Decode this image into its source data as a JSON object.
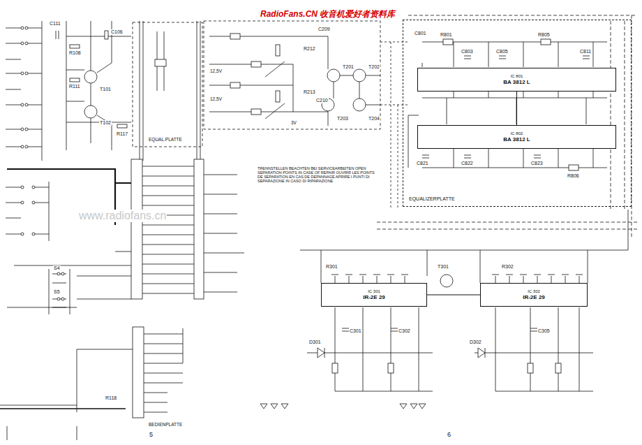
{
  "diagram": {
    "nodes": [
      {
        "text": [
          "EQUALIZERPLATTE"
        ]
      },
      {
        "text": [
          "IC 801",
          "BA 3812 L"
        ],
        "in": 0
      },
      {
        "text": [
          "IC 802",
          "BA 3812 L"
        ],
        "in": 0
      },
      {
        "text": [
          "IC 301",
          "IR-2E 29"
        ]
      },
      {
        "text": [
          "IC 302",
          "IR-2E 29"
        ]
      }
    ],
    "edges": [
      {
        "from": 1,
        "to": 2,
        "arrow": "none"
      },
      {
        "from": 3,
        "to": 4,
        "arrow": "none"
      }
    ],
    "labels": [
      "RadioFans.CN 收音机爱好者资料库",
      "www.radiofans.cn",
      "T101",
      "T102",
      "R108",
      "R111",
      "C106",
      "C111",
      "R117",
      "R118",
      "T201",
      "T202",
      "T203",
      "T204",
      "R212",
      "R213",
      "C209",
      "C210",
      "12,5V",
      "12,5V",
      "3V",
      "C801",
      "C803",
      "C805",
      "R801",
      "R805",
      "C811",
      "C821",
      "C822",
      "C823",
      "R806",
      "T301",
      "R301",
      "R302",
      "C301",
      "C302",
      "C305",
      "D301",
      "D302",
      "EQUAL.PLATTE",
      "BEDIENPLATTE",
      "S4",
      "S5",
      "TRENNSTELLEN BEACHTEN BEI SERVICEARBEITEN OPEN SEPARATION POINTS IN CASE OF REPAIR OUVRIR LES POINTS DE SEPARATION EN CAS DE DEPANNAGE APRIRE I PUNTI DI SEPARAZIONE IN CASO DI RIPARAZIONE",
      "5",
      "6"
    ]
  }
}
